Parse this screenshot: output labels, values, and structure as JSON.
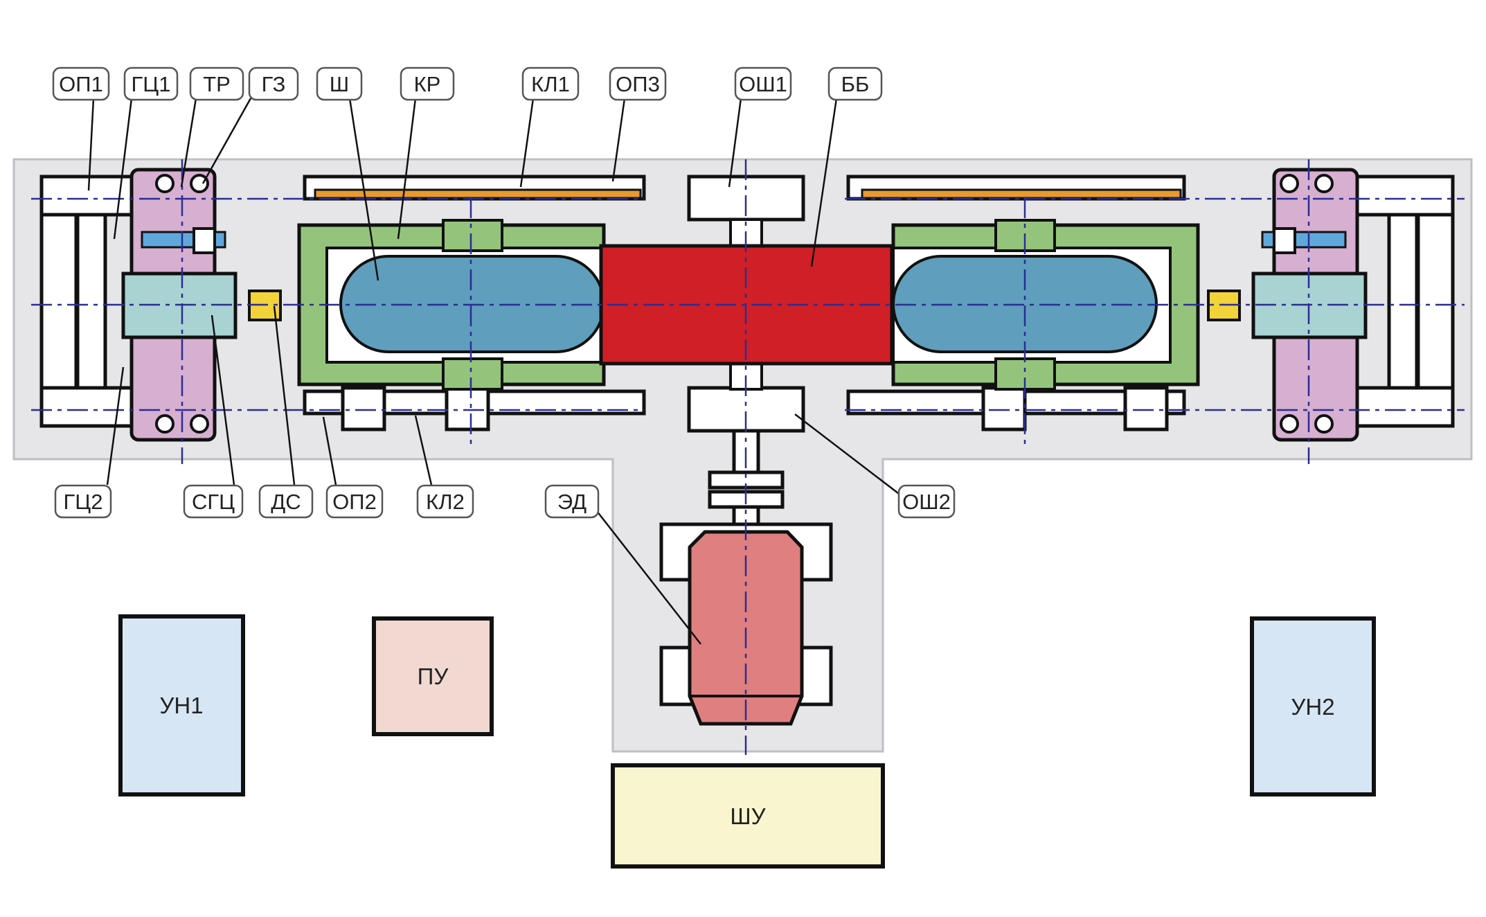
{
  "colors": {
    "base": "#e6e6e8",
    "frame": "#111111",
    "hydraulic_pink": "#d7afd0",
    "cylinder_teal": "#a9d3d2",
    "clamp_green": "#94c47b",
    "balloon_blue": "#5f9ebd",
    "drum_red": "#d01f26",
    "motor_red": "#df7f80",
    "rod_orange": "#e69a2f",
    "rod_blue": "#5fa8dc",
    "sensor_yellow": "#f3d33a",
    "axis_blue": "#2b2d94",
    "un_fill": "#d6e6f4",
    "pu_fill": "#f1d9d1",
    "shu_fill": "#f9f6cf"
  },
  "tags": {
    "op1": "ОП1",
    "gc1": "ГЦ1",
    "tr": "ТР",
    "gz": "ГЗ",
    "sh": "Ш",
    "kr": "КР",
    "kl1": "КЛ1",
    "op3": "ОП3",
    "osh1": "ОШ1",
    "bb": "ББ",
    "gc2": "ГЦ2",
    "sgc": "СГЦ",
    "ds": "ДС",
    "op2": "ОП2",
    "kl2": "КЛ2",
    "ed": "ЭД",
    "osh2": "ОШ2"
  },
  "boxes": {
    "un1": "УН1",
    "pu": "ПУ",
    "shu": "ШУ",
    "un2": "УН2"
  }
}
